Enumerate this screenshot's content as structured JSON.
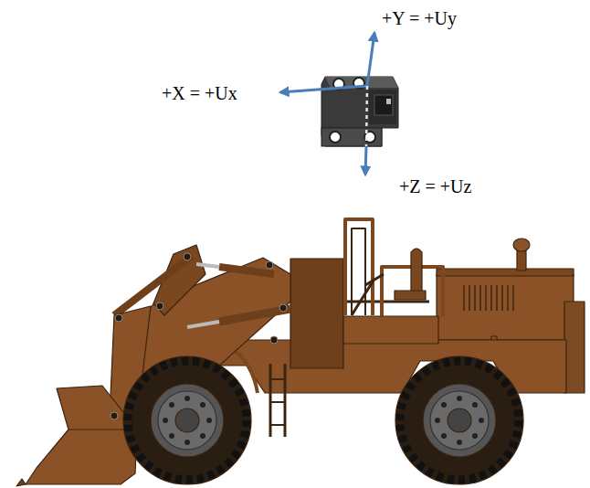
{
  "diagram": {
    "labels": [
      "+Y = +Uy",
      "+X = +Ux",
      "+Z = +Uz"
    ]
  }
}
